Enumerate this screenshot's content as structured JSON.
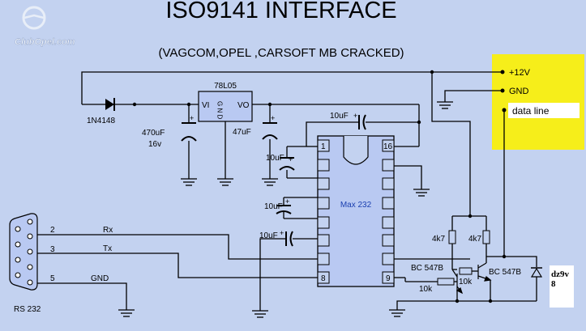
{
  "title": "ISO9141 INTERFACE",
  "subtitle": "(VAGCOM,OPEL ,CARSOFT MB CRACKED)",
  "watermark": "ClubOpel.com",
  "colors": {
    "background": "#c3d2f0",
    "connector_panel": "#f6ee1a",
    "ic_fill": "#b9c9f2",
    "accent_text": "#1a3fb0"
  },
  "connector": {
    "plus12v": "+12V",
    "gnd": "GND",
    "data_line": "data line"
  },
  "regulator": {
    "name": "78L05",
    "vi": "VI",
    "gnd": "G N D",
    "vo": "VO"
  },
  "diode": "1N4148",
  "caps": {
    "c470": "470uF",
    "c470_v": "16v",
    "c47": "47uF",
    "c10_top": "10uF",
    "c10_a": "10uF",
    "c10_b": "10uF",
    "c10_c": "10uF"
  },
  "ic": {
    "name": "Max 232",
    "pin1": "1",
    "pin16": "16",
    "pin8": "8",
    "pin9": "9"
  },
  "rs232": {
    "label": "RS 232",
    "pin2": "2",
    "pin3": "3",
    "pin5": "5",
    "rx": "Rx",
    "tx": "Tx",
    "gnd": "GND"
  },
  "resistors": {
    "r1": "4k7",
    "r2": "4k7",
    "r3": "10k",
    "r4": "10k"
  },
  "transistors": {
    "q1": "BC 547B",
    "q2": "BC 547B"
  },
  "zener": {
    "line1": "dz9v",
    "line2": "8"
  }
}
